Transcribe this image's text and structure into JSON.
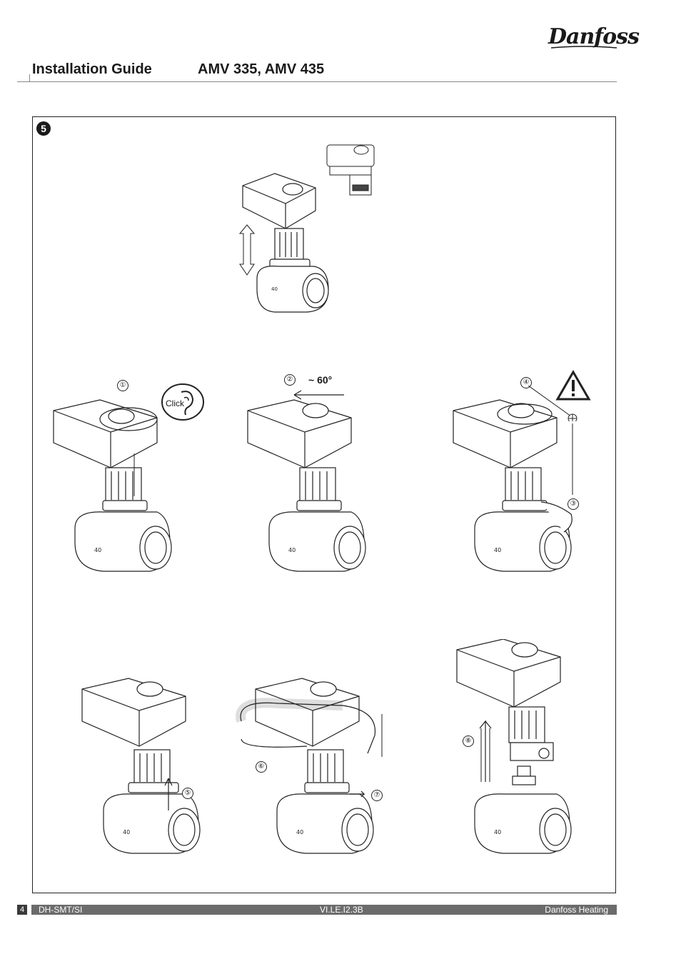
{
  "brand": {
    "logo_text": "Danfoss"
  },
  "header": {
    "title": "Installation Guide",
    "product": "AMV 335, AMV 435"
  },
  "figure": {
    "step_number": "5",
    "steps": [
      "①",
      "②",
      "③",
      "④",
      "⑤",
      "⑥",
      "⑦",
      "⑧"
    ],
    "angle_label": "~ 60°",
    "click_label": "Click",
    "warning_icon": "warning-triangle-icon"
  },
  "footer": {
    "page_number": "4",
    "left": "DH-SMT/SI",
    "center": "VI.LE.I2.3B",
    "right": "Danfoss Heating"
  }
}
